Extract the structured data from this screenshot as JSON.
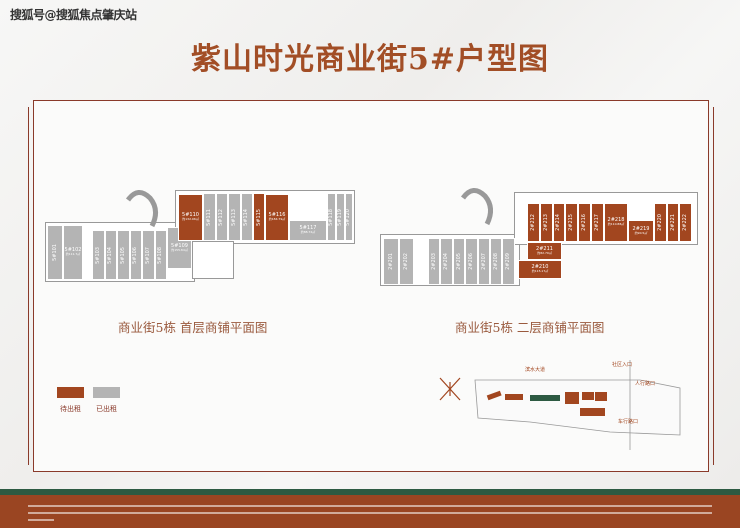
{
  "watermark": "搜狐号@搜狐焦点肇庆站",
  "title": "紫山时光商业街5#户型图",
  "floor1": {
    "caption": "商业街5栋 首层商铺平面图",
    "units": [
      {
        "id": "5#101",
        "area": "",
        "status": "rented"
      },
      {
        "id": "5#102",
        "area": "约111.7㎡",
        "status": "rented"
      },
      {
        "id": "5#103",
        "area": "",
        "status": "rented"
      },
      {
        "id": "5#104",
        "area": "",
        "status": "rented"
      },
      {
        "id": "5#105",
        "area": "",
        "status": "rented"
      },
      {
        "id": "5#106",
        "area": "",
        "status": "rented"
      },
      {
        "id": "5#107",
        "area": "",
        "status": "rented"
      },
      {
        "id": "5#108",
        "area": "",
        "status": "rented"
      },
      {
        "id": "5#109",
        "area": "约155.84㎡",
        "status": "rented"
      },
      {
        "id": "5#110",
        "area": "约132.96㎡",
        "status": "available"
      },
      {
        "id": "5#111",
        "area": "",
        "status": "rented"
      },
      {
        "id": "5#112",
        "area": "",
        "status": "rented"
      },
      {
        "id": "5#113",
        "area": "",
        "status": "rented"
      },
      {
        "id": "5#114",
        "area": "",
        "status": "rented"
      },
      {
        "id": "5#115",
        "area": "",
        "status": "available"
      },
      {
        "id": "5#116",
        "area": "约184.79㎡",
        "status": "available"
      },
      {
        "id": "5#117",
        "area": "约88.72㎡",
        "status": "rented"
      },
      {
        "id": "5#118",
        "area": "",
        "status": "rented"
      },
      {
        "id": "5#119",
        "area": "",
        "status": "rented"
      },
      {
        "id": "5#120",
        "area": "",
        "status": "rented"
      }
    ]
  },
  "floor2": {
    "caption": "商业街5栋 二层商铺平面图",
    "units": [
      {
        "id": "2#201",
        "area": "",
        "status": "rented"
      },
      {
        "id": "2#202",
        "area": "",
        "status": "rented"
      },
      {
        "id": "2#203",
        "area": "",
        "status": "rented"
      },
      {
        "id": "2#204",
        "area": "",
        "status": "rented"
      },
      {
        "id": "2#205",
        "area": "",
        "status": "rented"
      },
      {
        "id": "2#206",
        "area": "",
        "status": "rented"
      },
      {
        "id": "2#207",
        "area": "",
        "status": "rented"
      },
      {
        "id": "2#208",
        "area": "",
        "status": "rented"
      },
      {
        "id": "2#209",
        "area": "",
        "status": "rented"
      },
      {
        "id": "2#210",
        "area": "约115.17㎡",
        "status": "available"
      },
      {
        "id": "2#211",
        "area": "约82.79㎡",
        "status": "available"
      },
      {
        "id": "2#212",
        "area": "",
        "status": "available"
      },
      {
        "id": "2#213",
        "area": "",
        "status": "available"
      },
      {
        "id": "2#214",
        "area": "",
        "status": "available"
      },
      {
        "id": "2#215",
        "area": "",
        "status": "available"
      },
      {
        "id": "2#216",
        "area": "",
        "status": "available"
      },
      {
        "id": "2#217",
        "area": "",
        "status": "available"
      },
      {
        "id": "2#218",
        "area": "约110.88㎡",
        "status": "available"
      },
      {
        "id": "2#219",
        "area": "约90.5㎡",
        "status": "available"
      },
      {
        "id": "2#220",
        "area": "",
        "status": "available"
      },
      {
        "id": "2#221",
        "area": "",
        "status": "available"
      },
      {
        "id": "2#222",
        "area": "",
        "status": "available"
      }
    ]
  },
  "legend": [
    {
      "label": "待出租",
      "color": "#a2461f"
    },
    {
      "label": "已出租",
      "color": "#b4b4b4"
    }
  ],
  "site_plan": {
    "labels": [
      "滨水大道",
      "社区入口",
      "人行路口",
      "车行路口"
    ]
  },
  "colors": {
    "available": "#a2461f",
    "rented": "#b4b4b4",
    "accent": "#a24e26",
    "footer": "#9a4522",
    "band": "#2d5a42"
  }
}
